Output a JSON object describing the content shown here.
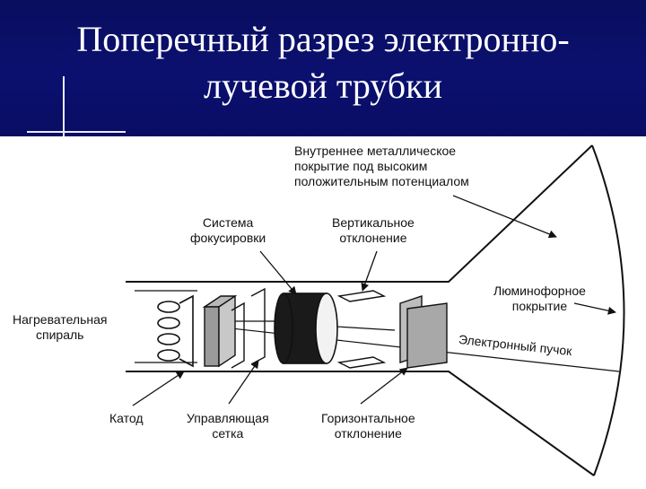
{
  "title": {
    "line1": "Поперечный разрез электронно-",
    "line2": "лучевой трубки"
  },
  "labels": {
    "inner_coating": [
      "Внутреннее металлическое",
      "покрытие под высоким",
      "положительным потенциалом"
    ],
    "focusing": [
      "Система",
      "фокусировки"
    ],
    "vertical": [
      "Вертикальное",
      "отклонение"
    ],
    "phosphor": [
      "Люминофорное",
      "покрытие"
    ],
    "heater": [
      "Нагревательная",
      "спираль"
    ],
    "beam": "Электронный пучок",
    "cathode": "Катод",
    "grid": [
      "Управляющая",
      "сетка"
    ],
    "horizontal": [
      "Горизонтальное",
      "отклонение"
    ]
  }
}
